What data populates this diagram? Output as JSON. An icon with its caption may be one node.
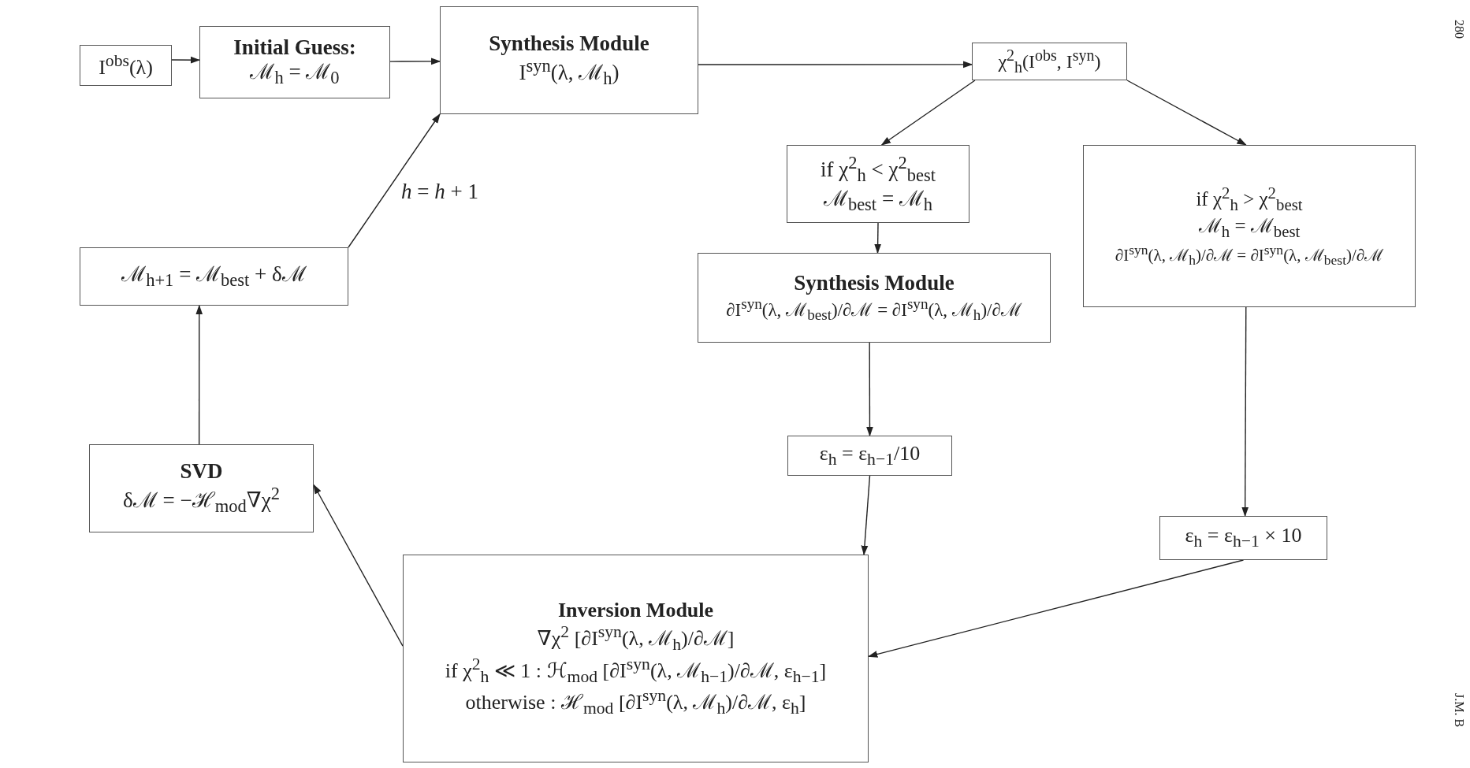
{
  "diagram": {
    "nodes": [
      {
        "text": [
          "I$^{obs}$(λ)"
        ]
      },
      {
        "text": [
          "Initial Guess:",
          "ℳ$_{h}$ = ℳ$_{0}$"
        ]
      },
      {
        "text": [
          "Synthesis Module",
          "I$^{syn}$(λ, ℳ$_{h}$)"
        ]
      },
      {
        "text": [
          "χ$^{2}$$_{h}$(I$^{obs}$, I$^{syn}$)"
        ]
      },
      {
        "text": [
          "if χ$^{2}$$_{h}$ < χ$^{2}$$_{best}$",
          "ℳ$_{best}$ = ℳ$_{h}$"
        ]
      },
      {
        "text": [
          "if χ$^{2}$$_{h}$ > χ$^{2}$$_{best}$",
          "ℳ$_{h}$ = ℳ$_{best}$",
          "∂I$^{syn}$(λ, ℳ$_{h}$)/∂ℳ = ∂I$^{syn}$(λ, ℳ$_{best}$)/∂ℳ"
        ]
      },
      {
        "text": [
          "Synthesis Module",
          "∂I$^{syn}$(λ, ℳ$_{best}$)/∂ℳ = ∂I$^{syn}$(λ, ℳ$_{h}$)/∂ℳ"
        ]
      },
      {
        "text": [
          "ε$_{h}$ = ε$_{h−1}$/10"
        ]
      },
      {
        "text": [
          "ε$_{h}$ = ε$_{h−1}$ × 10"
        ]
      },
      {
        "text": [
          "Inversion Module",
          "∇χ$^{2}$ [∂I$^{syn}$(λ, ℳ$_{h}$)/∂ℳ]",
          "if χ$^{2}$$_{h}$ ≪ 1 : ℋ$_{mod}$ [∂I$^{syn}$(λ, ℳ$_{h−1}$)/∂ℳ, ε$_{h−1}$]",
          "otherwise : ℋ$_{mod}$ [∂I$^{syn}$(λ, ℳ$_{h}$)/∂ℳ, ε$_{h}$]"
        ]
      },
      {
        "text": [
          "SVD",
          "δℳ = −ℋ$_{mod}$∇χ$^{2}$"
        ]
      },
      {
        "text": [
          "ℳ$_{h+1}$ = ℳ$_{best}$ + δℳ"
        ]
      }
    ],
    "edges": [
      {
        "from": 0,
        "to": 1,
        "arrow": "to"
      },
      {
        "from": 1,
        "to": 2,
        "arrow": "to"
      },
      {
        "from": 2,
        "to": 3,
        "arrow": "to"
      },
      {
        "from": 3,
        "to": 4,
        "arrow": "to"
      },
      {
        "from": 3,
        "to": 5,
        "arrow": "to"
      },
      {
        "from": 4,
        "to": 6,
        "arrow": "to"
      },
      {
        "from": 6,
        "to": 7,
        "arrow": "to"
      },
      {
        "from": 7,
        "to": 9,
        "arrow": "to"
      },
      {
        "from": 5,
        "to": 8,
        "arrow": "to"
      },
      {
        "from": 8,
        "to": 9,
        "arrow": "to"
      },
      {
        "from": 9,
        "to": 10,
        "arrow": "to"
      },
      {
        "from": 10,
        "to": 11,
        "arrow": "to"
      },
      {
        "from": 11,
        "to": 2,
        "arrow": "to",
        "label": "*h* = *h* + 1"
      }
    ],
    "labels": [
      "280",
      "J.M. B"
    ]
  }
}
